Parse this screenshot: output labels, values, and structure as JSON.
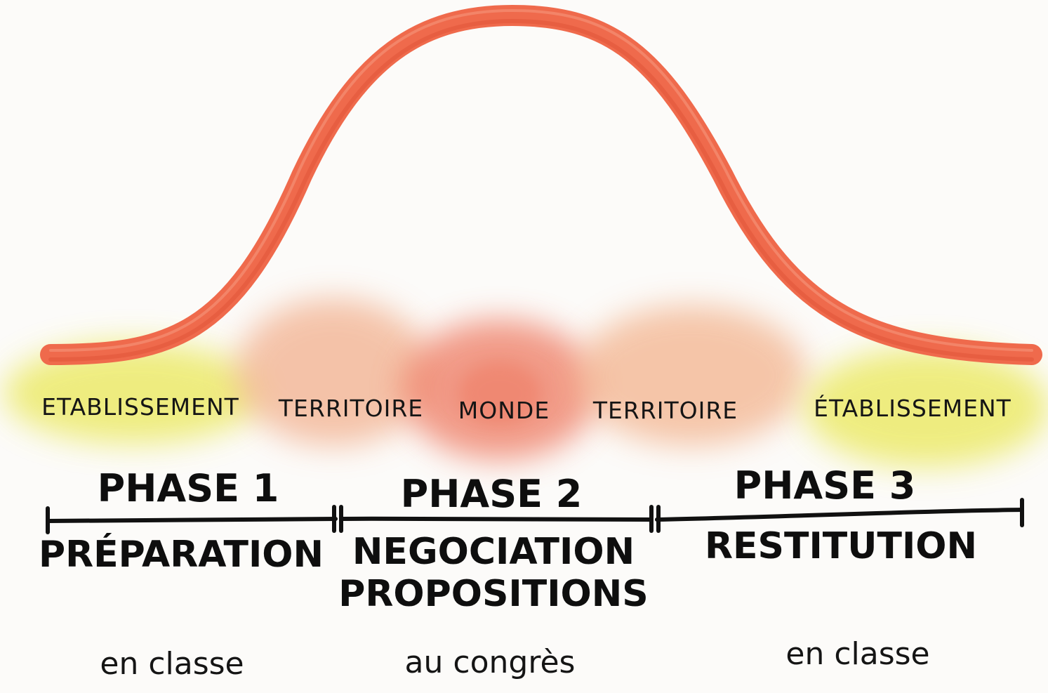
{
  "curve": {
    "color": "#ef6a4c"
  },
  "scopes": [
    {
      "label": "ETABLISSEMENT",
      "color": "#ecea6a"
    },
    {
      "label": "TERRITOIRE",
      "color": "#f2b08e"
    },
    {
      "label": "MONDE",
      "color": "#ee7a62"
    },
    {
      "label": "TERRITOIRE",
      "color": "#f3b48e"
    },
    {
      "label": "ÉTABLISSEMENT",
      "color": "#ecea6a"
    }
  ],
  "phases": [
    {
      "title": "PHASE 1",
      "name_lines": [
        "PRÉPARATION"
      ],
      "place": "en classe"
    },
    {
      "title": "PHASE 2",
      "name_lines": [
        "NEGOCIATION",
        "PROPOSITIONS"
      ],
      "place": "au congrès"
    },
    {
      "title": "PHASE 3",
      "name_lines": [
        "RESTITUTION"
      ],
      "place": "en classe"
    }
  ]
}
